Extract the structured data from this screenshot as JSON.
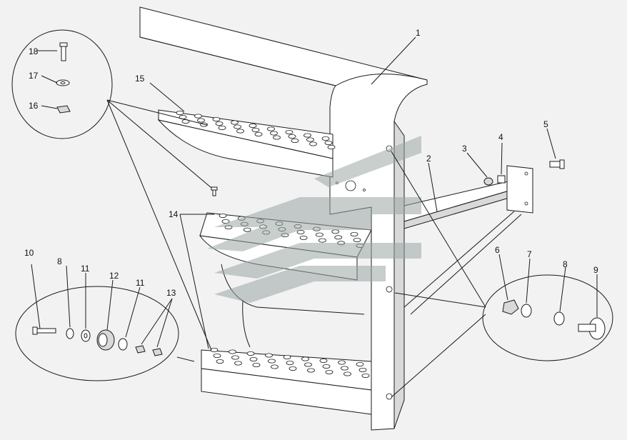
{
  "callouts": {
    "c1": "1",
    "c2": "2",
    "c3": "3",
    "c4": "4",
    "c5": "5",
    "c6": "6",
    "c7": "7",
    "c8a": "8",
    "c8b": "8",
    "c9": "9",
    "c10": "10",
    "c11a": "11",
    "c11b": "11",
    "c12": "12",
    "c13": "13",
    "c14": "14",
    "c15": "15",
    "c16": "16",
    "c17": "17",
    "c18": "18"
  },
  "colors": {
    "background": "#f2f2f2",
    "line": "#1a1a1a",
    "watermark": "#9aa7a4"
  },
  "watermark": "company-logo"
}
